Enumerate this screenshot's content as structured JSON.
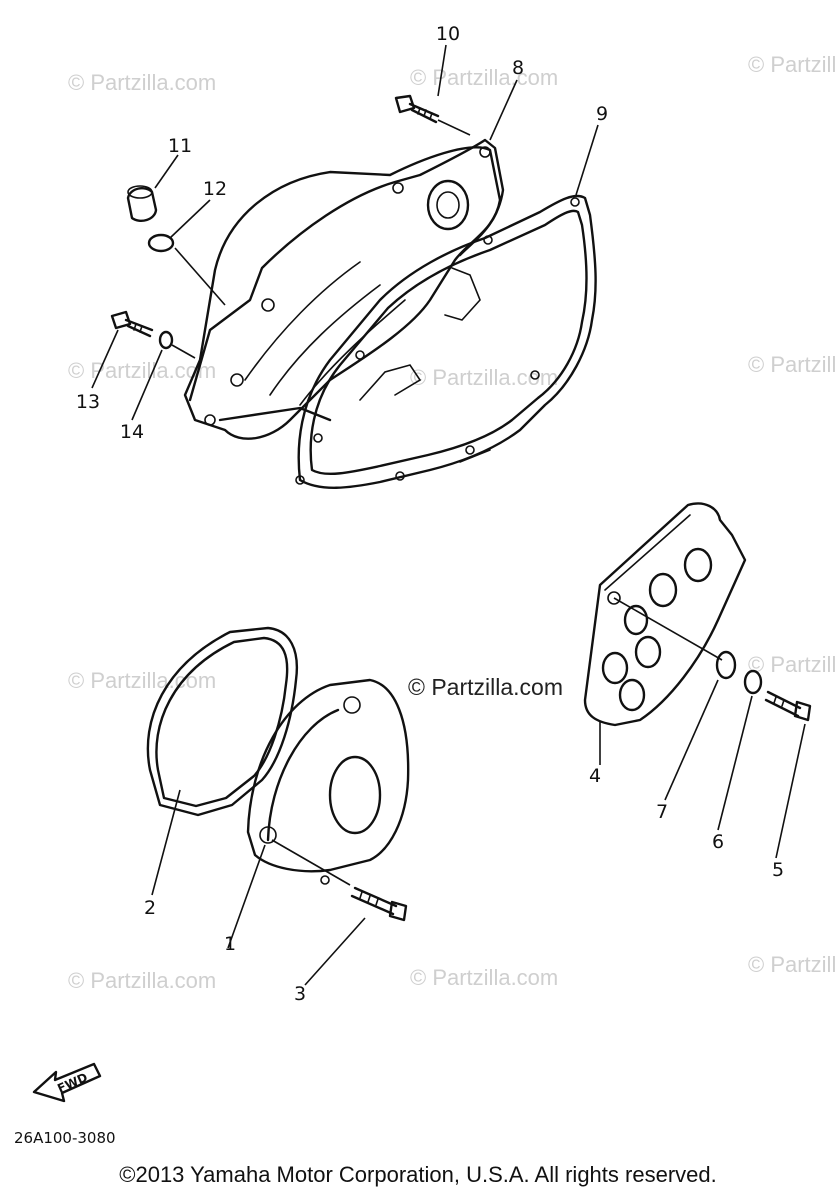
{
  "watermarks": {
    "tile_text": "© Partzilla.com",
    "center_text": "© Partzilla.com"
  },
  "diagram": {
    "code": "26A100-3080",
    "fwd_label": "FWD"
  },
  "callouts": [
    {
      "id": "1",
      "label": "1"
    },
    {
      "id": "2",
      "label": "2"
    },
    {
      "id": "3",
      "label": "3"
    },
    {
      "id": "4",
      "label": "4"
    },
    {
      "id": "5",
      "label": "5"
    },
    {
      "id": "6",
      "label": "6"
    },
    {
      "id": "7",
      "label": "7"
    },
    {
      "id": "8",
      "label": "8"
    },
    {
      "id": "9",
      "label": "9"
    },
    {
      "id": "10",
      "label": "10"
    },
    {
      "id": "11",
      "label": "11"
    },
    {
      "id": "12",
      "label": "12"
    },
    {
      "id": "13",
      "label": "13"
    },
    {
      "id": "14",
      "label": "14"
    }
  ],
  "footer": {
    "copyright": "©2013 Yamaha Motor Corporation, U.S.A. All rights reserved."
  }
}
